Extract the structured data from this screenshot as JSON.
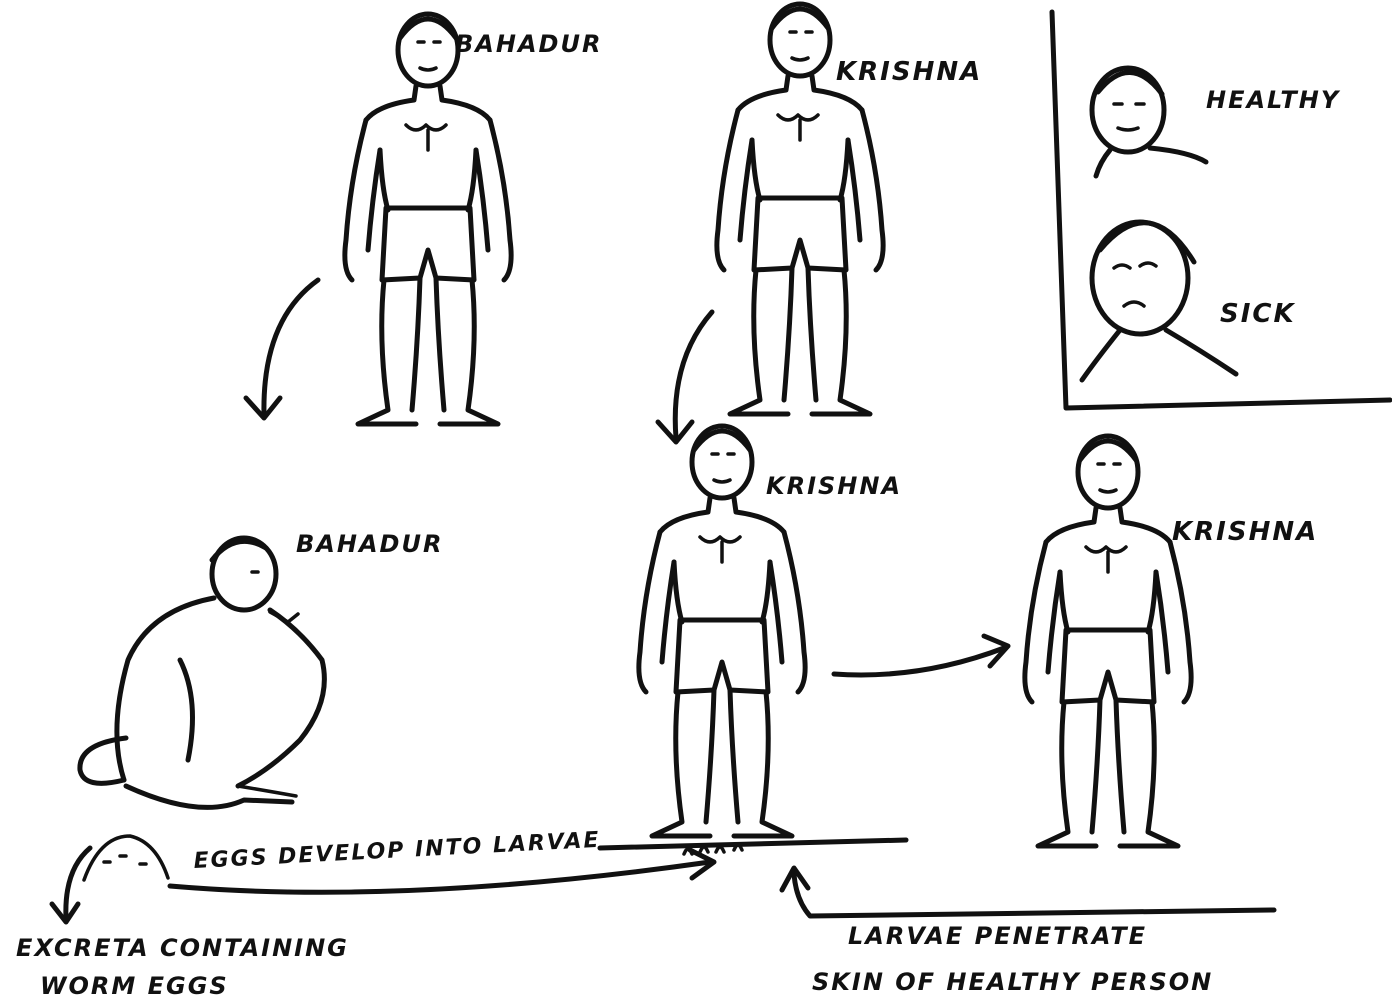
{
  "figures": {
    "bahadur_standing": {
      "name": "BAHADUR"
    },
    "krishna_standing": {
      "name": "KRISHNA"
    },
    "bahadur_squatting": {
      "name": "BAHADUR"
    },
    "krishna_infected": {
      "name": "KRISHNA"
    },
    "krishna_sick": {
      "name": "KRISHNA"
    }
  },
  "inset": {
    "healthy_label": "HEALTHY",
    "sick_label": "SICK"
  },
  "captions": {
    "excreta_line1": "EXCRETA CONTAINING",
    "excreta_line2": "WORM EGGS",
    "eggs_develop": "EGGS DEVELOP INTO LARVAE",
    "larvae_line1": "LARVAE PENETRATE",
    "larvae_line2": "SKIN OF HEALTHY PERSON"
  },
  "colors": {
    "ink": "#111111",
    "paper": "#ffffff"
  }
}
